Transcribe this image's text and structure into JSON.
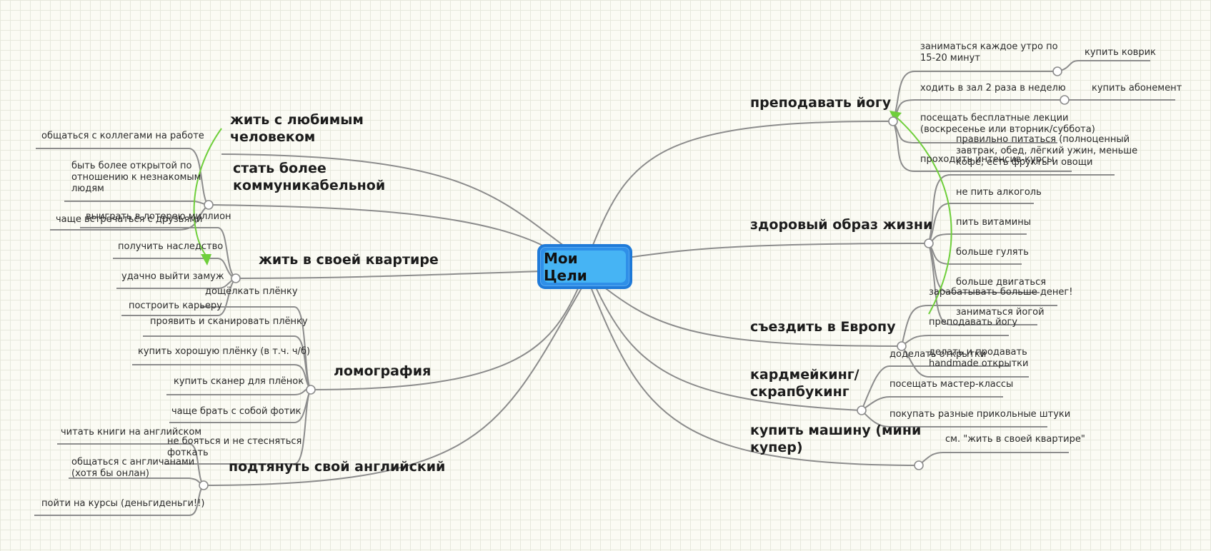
{
  "central": "Мои Цели",
  "left": [
    {
      "label": "жить с любимым\nчеловеком",
      "children": []
    },
    {
      "label": "стать более\nкоммуникабельной",
      "children": [
        "общаться с коллегами на работе",
        "быть более открытой по\nотношению к незнакомым\nлюдям",
        "чаще встречаться с друзьями"
      ]
    },
    {
      "label": "жить в своей квартире",
      "children": [
        "выиграть в лотерею миллион",
        "получить наследство",
        "удачно выйти замуж",
        "построить карьеру"
      ]
    },
    {
      "label": "ломография",
      "children": [
        "дощёлкать плёнку",
        "проявить и сканировать плёнку",
        "купить хорошую плёнку (в т.ч. ч/б)",
        "купить сканер для плёнок",
        "чаще брать с собой фотик",
        "не бояться и не стесняться\nфоткать"
      ]
    },
    {
      "label": "подтянуть свой английский",
      "children": [
        "читать книги на английском",
        "общаться с англичанами\n(хотя бы онлан)",
        "пойти на курсы (деньгиденьги!!)"
      ]
    }
  ],
  "right": [
    {
      "label": "преподавать йогу",
      "children": [
        {
          "label": "заниматься каждое утро по\n15-20 минут",
          "child": "купить коврик"
        },
        {
          "label": "ходить в зал 2 раза в неделю",
          "child": "купить абонемент"
        },
        {
          "label": "посещать бесплатные лекции\n(воскресенье или вторник/суббота)"
        },
        {
          "label": "проходить интенсив-курсы"
        }
      ]
    },
    {
      "label": "здоровый образ жизни",
      "children": [
        "правильно питаться (полноценный\nзавтрак, обед, лёгкий ужин, меньше\nкофе, есть фрукты и овощи",
        "не пить алкоголь",
        "пить витамины",
        "больше гулять",
        "больше двигаться",
        "заниматься йогой"
      ]
    },
    {
      "label": "съездить в Европу",
      "children": [
        "зарабатывать больше денег!",
        "преподавать йогу",
        "делать и продавать\nhandmade открытки"
      ]
    },
    {
      "label": "кардмейкинг/\nскрапбукинг",
      "children": [
        "доделать открытки",
        "посещать мастер-классы",
        "покупать разные прикольные штуки"
      ]
    },
    {
      "label": "купить машину (мини\nкупер)",
      "children": [
        "см. \"жить в своей квартире\""
      ]
    }
  ]
}
